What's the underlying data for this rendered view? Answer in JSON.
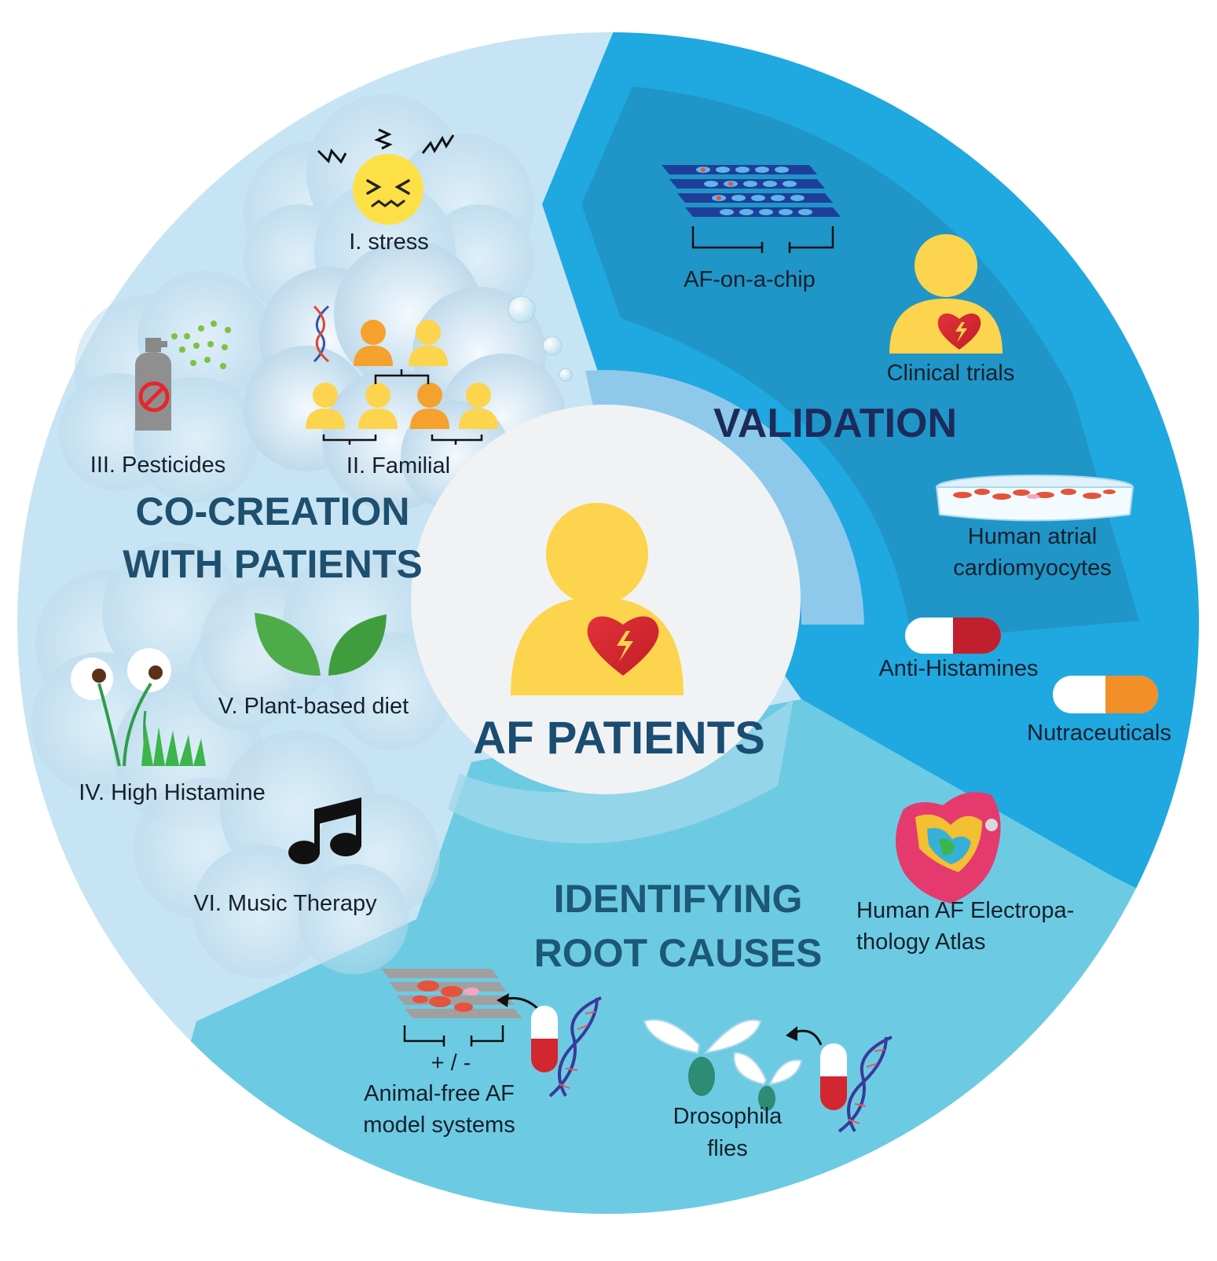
{
  "sections": {
    "co_creation": {
      "title_line1": "CO-CREATION",
      "title_line2": "WITH PATIENTS",
      "items": {
        "stress": "I. stress",
        "familial": "II. Familial",
        "pesticides": "III. Pesticides",
        "high_histamine": "IV. High Histamine",
        "plant_diet": "V. Plant-based diet",
        "music": "VI. Music Therapy"
      }
    },
    "validation": {
      "title": "VALIDATION",
      "items": {
        "chip": "AF-on-a-chip",
        "trials": "Clinical trials",
        "cardio_line1": "Human atrial",
        "cardio_line2": "cardiomyocytes",
        "antihist": "Anti-Histamines",
        "nutra": "Nutraceuticals"
      }
    },
    "root_causes": {
      "title_line1": "IDENTIFYING",
      "title_line2": "ROOT CAUSES",
      "items": {
        "atlas_line1": "Human AF Electropa-",
        "atlas_line2": "thology Atlas",
        "plusminus": "+ / -",
        "animal_line1": "Animal-free AF",
        "animal_line2": "model systems",
        "droso_line1": "Drosophila",
        "droso_line2": "flies"
      }
    }
  },
  "center": {
    "title": "AF PATIENTS"
  },
  "colors": {
    "light_blue": "#c6e4f4",
    "mid_blue": "#20a8e0",
    "dark_blue": "#1f93cc",
    "teal": "#6ccbe3",
    "center_fill": "#f1f2f4",
    "person_yellow": "#fcd44d",
    "person_orange": "#f4a22d",
    "heart_red": "#e42b32"
  }
}
